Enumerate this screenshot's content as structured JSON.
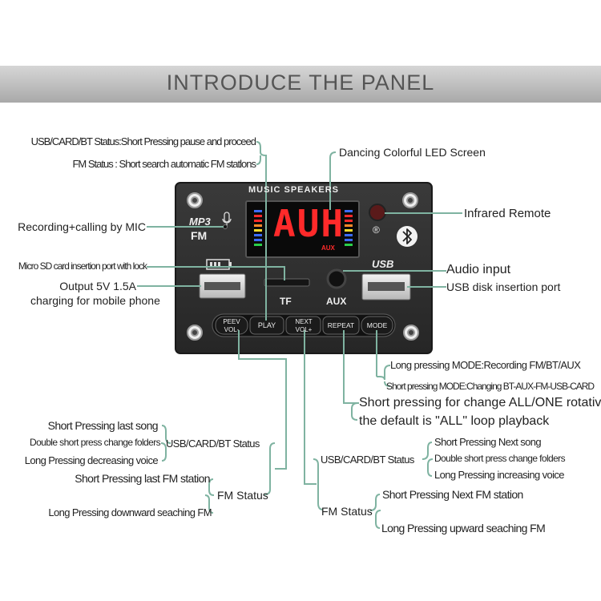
{
  "header": {
    "title": "INTRODUCE THE PANEL"
  },
  "board": {
    "top_text": "MUSIC SPEAKERS",
    "display_text": "AUH",
    "display_sub": "AUX",
    "mp3_label": "MP3",
    "fm_label": "FM",
    "ir_symbol": "®",
    "tf_label": "TF",
    "aux_label": "AUX",
    "usb_logo": "USB",
    "buttons": [
      {
        "line1": "PEEV",
        "line2": "VOL-"
      },
      {
        "line1": "PLAY",
        "line2": ""
      },
      {
        "line1": "NEXT",
        "line2": "VOL+"
      },
      {
        "line1": "REPEAT",
        "line2": ""
      },
      {
        "line1": "MODE",
        "line2": ""
      }
    ]
  },
  "labels": {
    "play_status1": "USB/CARD/BT Status:Short Pressing pause and proceed",
    "play_status2": "FM Status : Short search automatic FM statlons",
    "led": "Dancing Colorful LED Screen",
    "mic": "Recording+calling by MIC",
    "infrared": "Infrared Remote",
    "sd_port": "Micro SD card insertion port with lock",
    "output1": "Output 5V 1.5A",
    "output2": "charging for mobile phone",
    "audio_input": "Audio input",
    "usb_port": "USB disk insertion port",
    "mode_long": "Long pressing MODE:Recording FM/BT/AUX",
    "mode_short": "Short pressing MODE:Changing BT-AUX-FM-USB-CARD",
    "repeat1": "Short pressing for change ALL/ONE rotative",
    "repeat2": "the default is \"ALL\" loop playback",
    "prev_usb_status": "USB/CARD/BT Status",
    "prev_usb_1": "Short Pressing last song",
    "prev_usb_2": "Double short press change folders",
    "prev_usb_3": "Long Pressing decreasing voice",
    "prev_fm_status": "FM Status",
    "prev_fm_1": "Short Pressing last FM station",
    "prev_fm_2": "Long Pressing downward seaching FM",
    "next_usb_status": "USB/CARD/BT Status",
    "next_usb_1": "Short Pressing Next song",
    "next_usb_2": "Double short press change folders",
    "next_usb_3": "Long Pressing increasing voice",
    "next_fm_status": "FM Status",
    "next_fm_1": "Short Pressing Next FM station",
    "next_fm_2": "Long Pressing upward seaching FM"
  },
  "colors": {
    "line": "#7fb3a1",
    "display": "#ff2a2a",
    "board": "#2e2e2e"
  }
}
